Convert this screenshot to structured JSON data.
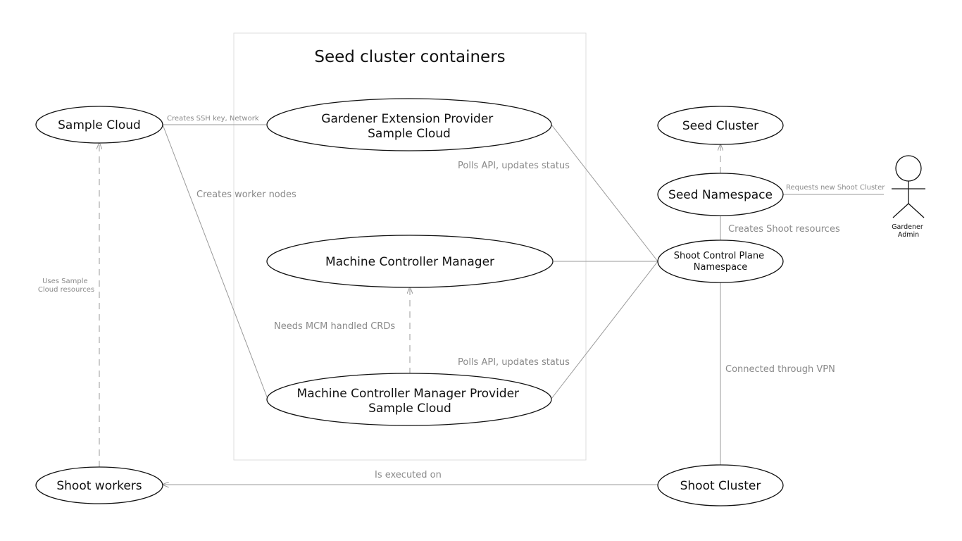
{
  "group": {
    "title": "Seed cluster containers"
  },
  "nodes": {
    "sample_cloud": "Sample Cloud",
    "gardener_extension": [
      "Gardener Extension Provider",
      "Sample Cloud"
    ],
    "seed_cluster": "Seed Cluster",
    "seed_namespace": "Seed Namespace",
    "mcm": "Machine Controller Manager",
    "shoot_control_plane": [
      "Shoot Control Plane",
      "Namespace"
    ],
    "mcm_provider": [
      "Machine Controller Manager Provider",
      "Sample Cloud"
    ],
    "shoot_workers": "Shoot workers",
    "shoot_cluster": "Shoot Cluster"
  },
  "actor": {
    "label": [
      "Gardener",
      "Admin"
    ]
  },
  "edges": {
    "creates_ssh": "Creates SSH key, Network",
    "creates_worker_nodes": "Creates worker nodes",
    "polls_api_top": "Polls API, updates status",
    "polls_api_bottom": "Polls API, updates status",
    "needs_mcm": "Needs MCM handled CRDs",
    "uses_sample_cloud": [
      "Uses Sample",
      "Cloud resources"
    ],
    "requests_shoot": "Requests new Shoot Cluster",
    "creates_shoot_resources": "Creates Shoot resources",
    "connected_vpn": "Connected through VPN",
    "is_executed_on": "Is executed on"
  }
}
